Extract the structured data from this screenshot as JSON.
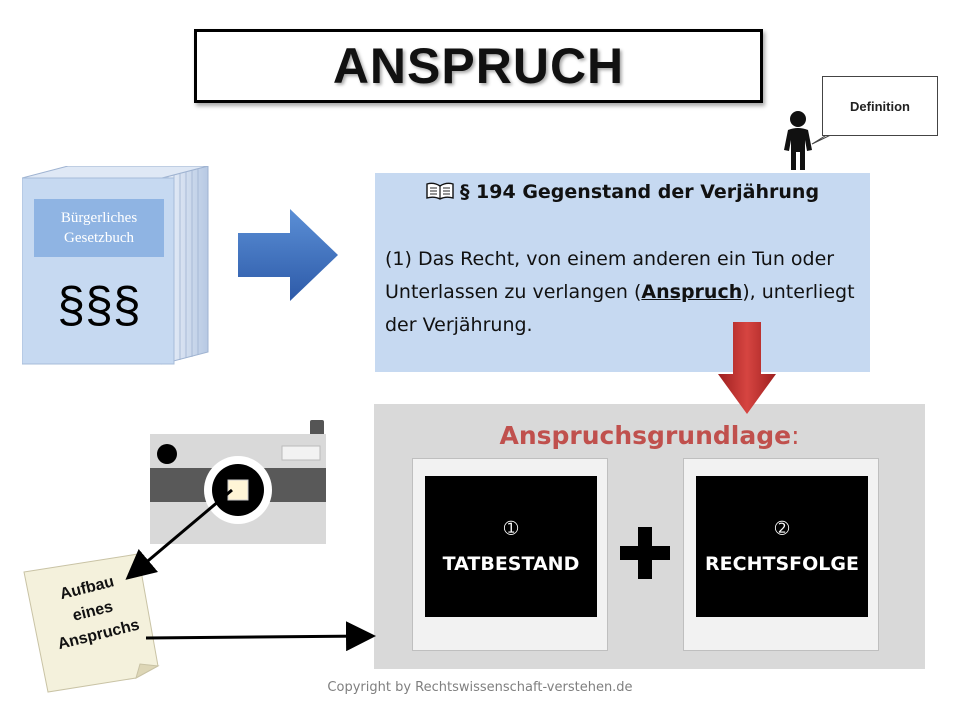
{
  "title": "ANSPRUCH",
  "book": {
    "label_line1": "Bürgerliches",
    "label_line2": "Gesetzbuch",
    "symbols": "§§§"
  },
  "callout": {
    "text": "Definition"
  },
  "law": {
    "heading_icon": "open-book-icon",
    "heading": "§ 194 Gegenstand der Verjährung",
    "text_before": "(1) Das Recht, von einem anderen ein Tun oder Unterlassen zu verlangen (",
    "text_emphasis": "Anspruch",
    "text_after": "), unterliegt der Verjährung."
  },
  "grundlage": {
    "title": "Anspruchsgrundlage",
    "colon": ":"
  },
  "cards": [
    {
      "number": "➀",
      "label": "TATBESTAND"
    },
    {
      "number": "➁",
      "label": "RECHTSFOLGE"
    }
  ],
  "note": {
    "line1": "Aufbau",
    "line2": "eines",
    "line3": "Anspruchs"
  },
  "copyright": "Copyright by Rechtswissenschaft-verstehen.de",
  "colors": {
    "blue_panel": "#c6d9f1",
    "book": "#c6d9f1",
    "blue_arrow": "#3b6fbf",
    "red_arrow": "#c0392b",
    "accent_red": "#c0504d",
    "grey_panel": "#d9d9d9"
  }
}
